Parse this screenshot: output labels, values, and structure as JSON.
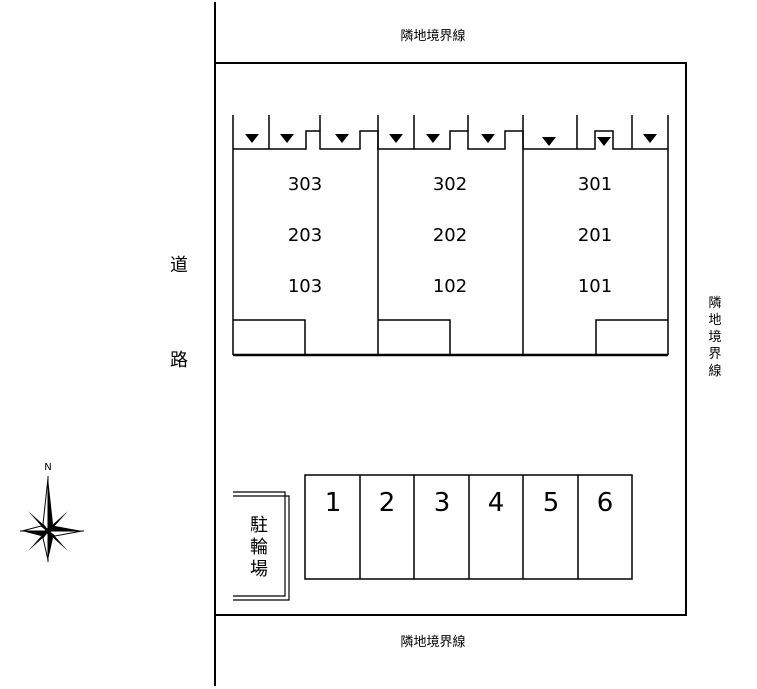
{
  "boundary_top": "隣地境界線",
  "boundary_bottom": "隣地境界線",
  "boundary_right": [
    "隣",
    "地",
    "境",
    "界",
    "線"
  ],
  "road": [
    "道",
    "路"
  ],
  "compass_n": "N",
  "rooms": {
    "r303": "303",
    "r203": "203",
    "r103": "103",
    "r302": "302",
    "r202": "202",
    "r102": "102",
    "r301": "301",
    "r201": "201",
    "r101": "101"
  },
  "bicycle_parking": [
    "駐",
    "輪",
    "場"
  ],
  "parking_spaces": [
    "1",
    "2",
    "3",
    "4",
    "5",
    "6"
  ],
  "colors": {
    "line": "#000000",
    "background": "#ffffff"
  }
}
